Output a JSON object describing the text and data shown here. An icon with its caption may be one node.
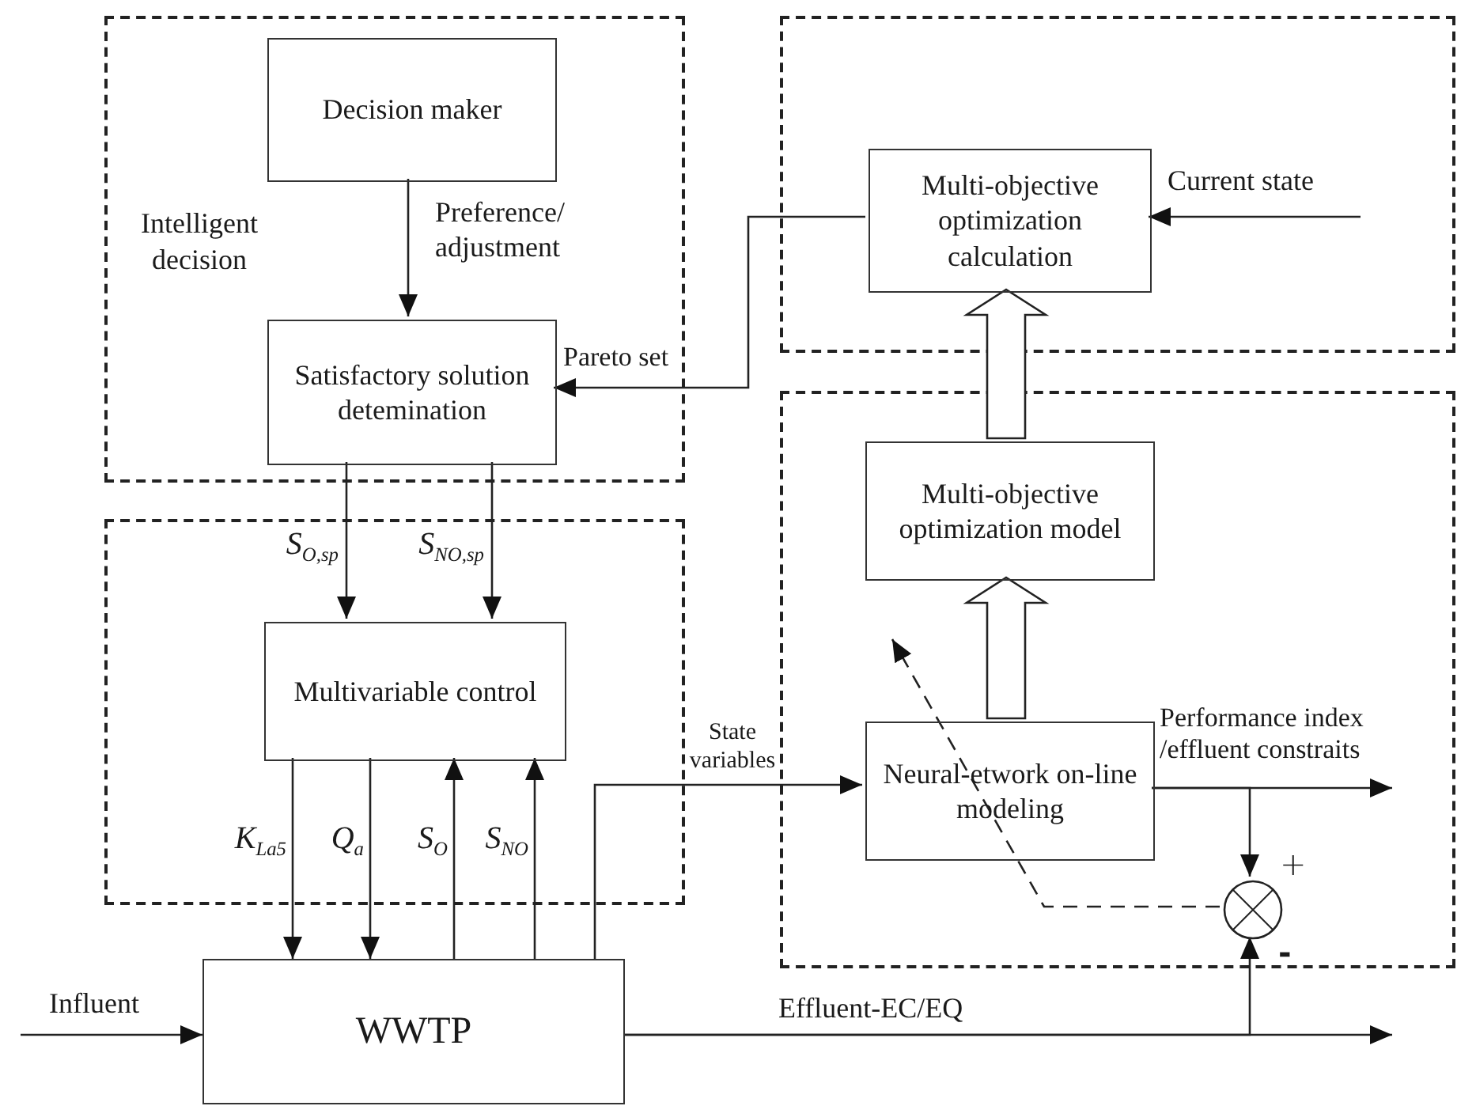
{
  "diagram": {
    "nodes": [
      {
        "text": [
          "Intelligent decision"
        ]
      },
      {
        "text": [
          "Decision maker"
        ],
        "in": 0
      },
      {
        "text": [
          "Satisfactory solution detemination"
        ],
        "in": 0
      },
      {
        "text": [],
        "shape": "box"
      },
      {
        "text": [
          "Multi-objective optimization calculation"
        ],
        "in": 3
      },
      {
        "text": [],
        "shape": "box"
      },
      {
        "text": [
          "Multivariable control"
        ],
        "in": 5
      },
      {
        "text": [],
        "shape": "box"
      },
      {
        "text": [
          "Multi-objective optimization model"
        ],
        "in": 7
      },
      {
        "text": [
          "Neural-etwork on-line modeling"
        ],
        "in": 7
      },
      {
        "text": [],
        "shape": "circle",
        "beside": [
          "+",
          "-"
        ],
        "in": 7
      },
      {
        "text": [
          "WWTP"
        ]
      }
    ],
    "edges": [
      {
        "from": 1,
        "to": 2,
        "arrow": "to",
        "label": "Preference/ adjustment"
      },
      {
        "from": 4,
        "to": 2,
        "arrow": "to",
        "label": "Pareto set"
      },
      {
        "from": null,
        "to": 4,
        "arrow": "to",
        "label": "Current state"
      },
      {
        "from": 2,
        "to": 6,
        "arrow": "to",
        "label": "S$_{O,sp}$"
      },
      {
        "from": 2,
        "to": 6,
        "arrow": "to",
        "label": "S$_{NO,sp}$"
      },
      {
        "from": 6,
        "to": 11,
        "arrow": "to",
        "label": "K$_{La5}$"
      },
      {
        "from": 6,
        "to": 11,
        "arrow": "to",
        "label": "Q$_{a}$"
      },
      {
        "from": 11,
        "to": 6,
        "arrow": "to",
        "label": "S$_{O}$"
      },
      {
        "from": 11,
        "to": 6,
        "arrow": "to",
        "label": "S$_{NO}$"
      },
      {
        "from": 11,
        "to": 9,
        "arrow": "to",
        "label": "State variables"
      },
      {
        "from": null,
        "to": 11,
        "arrow": "to",
        "label": "Influent"
      },
      {
        "from": 11,
        "to": null,
        "arrow": "to",
        "label": "Effluent-EC/EQ"
      },
      {
        "from": 9,
        "to": null,
        "arrow": "to",
        "label": "Performance index /effluent constraits"
      },
      {
        "from": 9,
        "to": 10,
        "arrow": "to"
      },
      {
        "from": 11,
        "to": 10,
        "arrow": "to"
      },
      {
        "from": 10,
        "to": null,
        "arrow": "to",
        "style": "dashed"
      },
      {
        "from": 9,
        "to": 8,
        "arrow": "to",
        "style": "thick"
      },
      {
        "from": 8,
        "to": 4,
        "arrow": "to",
        "style": "thick"
      }
    ]
  }
}
